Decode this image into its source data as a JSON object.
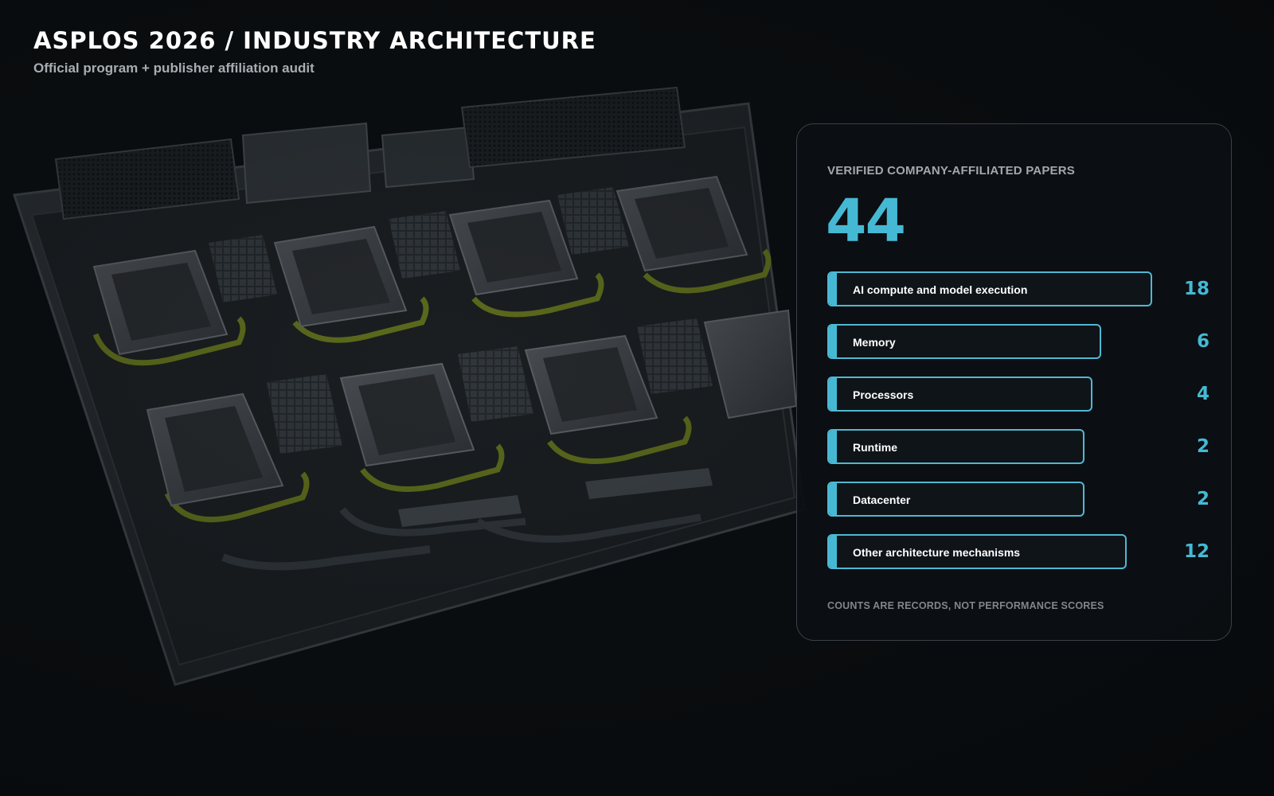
{
  "header": {
    "title": "ASPLOS 2026 / INDUSTRY ARCHITECTURE",
    "subtitle": "Official program + publisher affiliation audit"
  },
  "panel": {
    "label": "VERIFIED COMPANY-AFFILIATED PAPERS",
    "total": "44",
    "footnote": "COUNTS ARE RECORDS, NOT PERFORMANCE SCORES"
  },
  "colors": {
    "accent": "#45b9d4",
    "background": "#0b0e10",
    "panel_border": "#3a4147",
    "board_green": "#5d6b1c"
  },
  "chart_data": {
    "type": "bar",
    "orientation": "horizontal",
    "categories": [
      "AI compute and model execution",
      "Memory",
      "Processors",
      "Runtime",
      "Datacenter",
      "Other architecture mechanisms"
    ],
    "values": [
      18,
      6,
      4,
      2,
      2,
      12
    ],
    "grid": false
  }
}
